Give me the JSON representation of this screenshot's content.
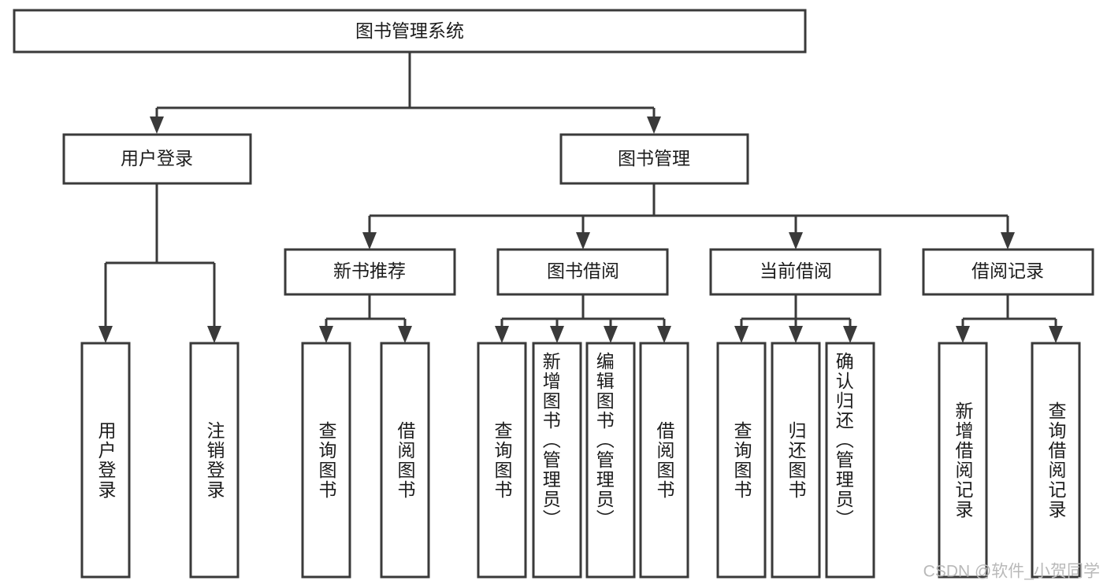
{
  "diagram": {
    "title": "图书管理系统",
    "type": "tree-hierarchy",
    "root": {
      "label": "图书管理系统"
    },
    "level2": [
      {
        "label": "用户登录"
      },
      {
        "label": "图书管理"
      }
    ],
    "level3": [
      {
        "label": "新书推荐"
      },
      {
        "label": "图书借阅"
      },
      {
        "label": "当前借阅"
      },
      {
        "label": "借阅记录"
      }
    ],
    "leaves": {
      "user_login": [
        {
          "label": "用户登录"
        },
        {
          "label": "注销登录"
        }
      ],
      "new_book_recommend": [
        {
          "label": "查询图书"
        },
        {
          "label": "借阅图书"
        }
      ],
      "book_borrow": [
        {
          "label": "查询图书"
        },
        {
          "label": "新增图书（管理员）"
        },
        {
          "label": "编辑图书（管理员）"
        },
        {
          "label": "借阅图书"
        }
      ],
      "current_borrow": [
        {
          "label": "查询图书"
        },
        {
          "label": "归还图书"
        },
        {
          "label": "确认归还（管理员）"
        }
      ],
      "borrow_record": [
        {
          "label": "新增借阅记录"
        },
        {
          "label": "查询借阅记录"
        }
      ]
    }
  },
  "watermark": {
    "text": "CSDN @软件_小贺同学"
  },
  "colors": {
    "stroke": "#3a3a3a",
    "fill": "#ffffff",
    "text": "#1c1c1c",
    "watermark": "#b9b9b9",
    "background": "#ffffff"
  }
}
